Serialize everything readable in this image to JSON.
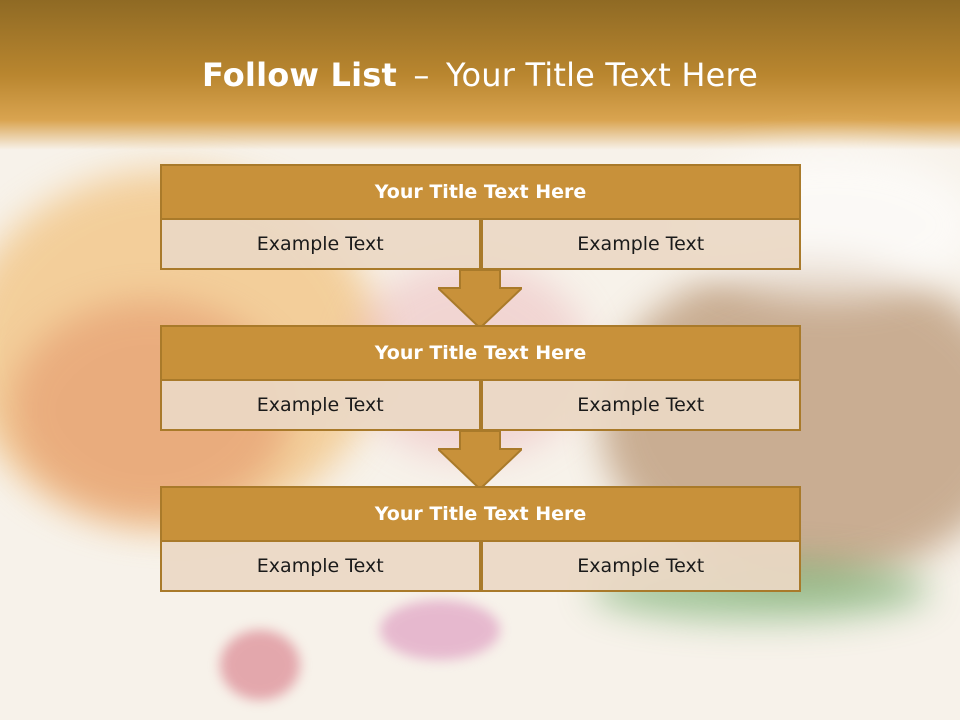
{
  "slide": {
    "title_bold": "Follow List",
    "title_sep": "–",
    "title_rest": "Your Title Text Here"
  },
  "blocks": [
    {
      "title": "Your Title Text Here",
      "cells": [
        "Example Text",
        "Example Text"
      ]
    },
    {
      "title": "Your Title Text Here",
      "cells": [
        "Example Text",
        "Example Text"
      ]
    },
    {
      "title": "Your Title Text Here",
      "cells": [
        "Example Text",
        "Example Text"
      ]
    }
  ],
  "colors": {
    "header": "#b9862f",
    "box_fill": "#c8913a",
    "box_border": "#a97a2a",
    "cell_fill": "#ead8c4"
  }
}
